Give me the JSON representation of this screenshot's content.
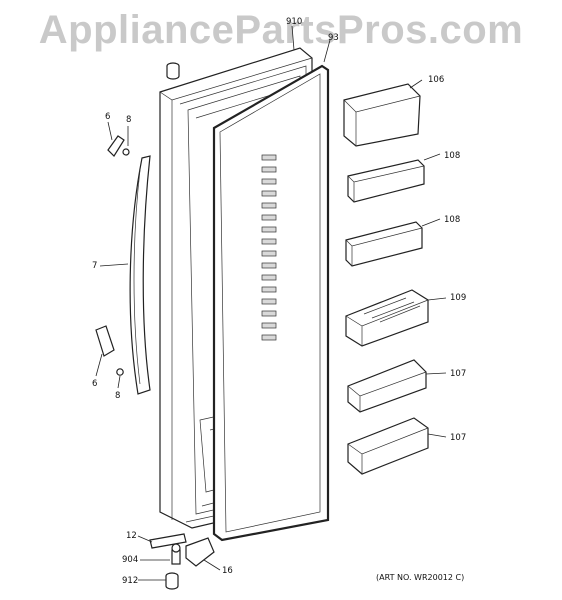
{
  "watermark": "AppliancePartsPros.com",
  "art_number": "(ART NO. WR20012 C)",
  "callouts": {
    "c910": "910",
    "c93": "93",
    "c106": "106",
    "c108a": "108",
    "c108b": "108",
    "c109": "109",
    "c107a": "107",
    "c107b": "107",
    "c6a": "6",
    "c8a": "8",
    "c7": "7",
    "c6b": "6",
    "c8b": "8",
    "c12": "12",
    "c904": "904",
    "c16": "16",
    "c912": "912"
  }
}
